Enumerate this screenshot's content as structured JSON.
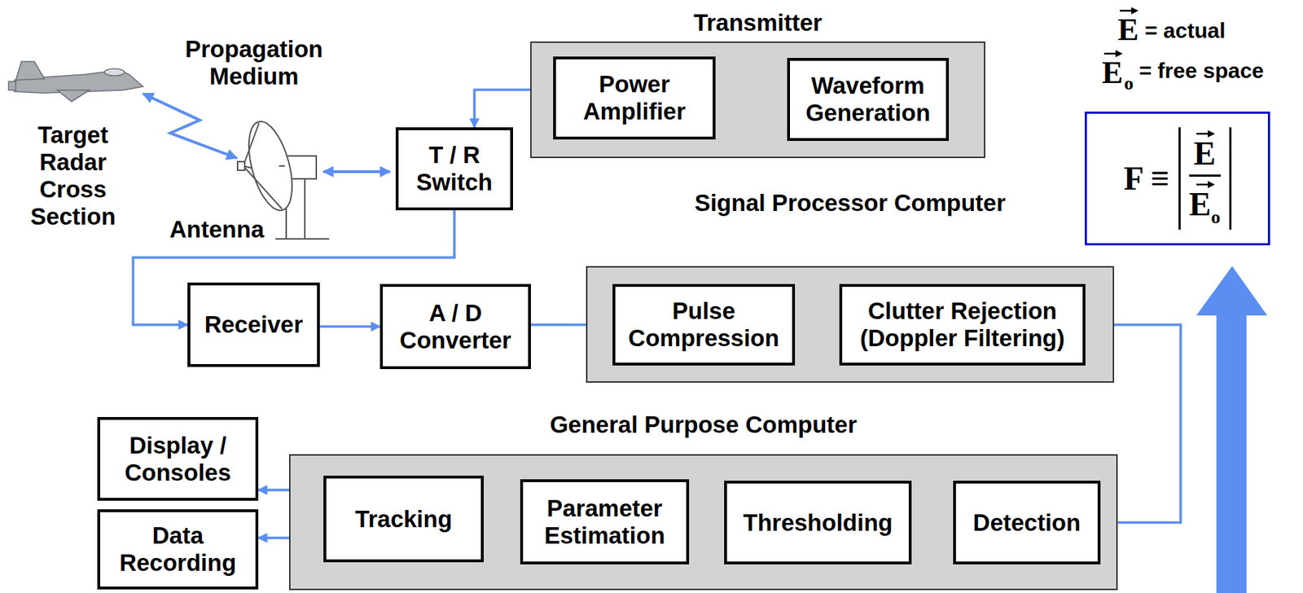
{
  "diagram": {
    "nodes": [
      {
        "text": [
          "Transmitter"
        ]
      },
      {
        "text": [
          "Power Amplifier"
        ],
        "in": 0
      },
      {
        "text": [
          "Waveform Generation"
        ],
        "in": 0
      },
      {
        "text": [
          "T / R Switch"
        ]
      },
      {
        "text": [
          "Signal Processor Computer"
        ]
      },
      {
        "text": [
          "Receiver"
        ]
      },
      {
        "text": [
          "A / D Converter"
        ]
      },
      {
        "text": [
          "Pulse Compression"
        ],
        "in": 4
      },
      {
        "text": [
          "Clutter Rejection (Doppler Filtering)"
        ],
        "in": 4
      },
      {
        "text": [
          "General Purpose Computer"
        ]
      },
      {
        "text": [
          "Display / Consoles"
        ]
      },
      {
        "text": [
          "Data Recording"
        ]
      },
      {
        "text": [
          "Tracking"
        ],
        "in": 9
      },
      {
        "text": [
          "Parameter Estimation"
        ],
        "in": 9
      },
      {
        "text": [
          "Thresholding"
        ],
        "in": 9
      },
      {
        "text": [
          "Detection"
        ],
        "in": 9
      },
      {
        "text": [
          "F ≡",
          "E",
          "E",
          "o"
        ]
      }
    ],
    "edges": [
      {
        "from": 2,
        "to": 1,
        "arrow": "to"
      },
      {
        "from": 1,
        "to": 3,
        "arrow": "to"
      },
      {
        "from": 3,
        "to": 5,
        "arrow": "to"
      },
      {
        "from": 5,
        "to": 6,
        "arrow": "to"
      },
      {
        "from": 6,
        "to": 7,
        "arrow": "to"
      },
      {
        "from": 7,
        "to": 8,
        "arrow": "to"
      },
      {
        "from": 8,
        "to": 15,
        "arrow": "to"
      },
      {
        "from": 15,
        "to": 14,
        "arrow": "to"
      },
      {
        "from": 14,
        "to": 13,
        "arrow": "to"
      },
      {
        "from": 13,
        "to": 12,
        "arrow": "to"
      },
      {
        "from": 12,
        "to": 10,
        "arrow": "to"
      },
      {
        "from": 12,
        "to": 11,
        "arrow": "to"
      }
    ],
    "labels": [
      "Propagation Medium",
      "Target Radar Cross Section",
      "Antenna",
      "E",
      "= actual",
      "E",
      "o",
      "= free space"
    ]
  }
}
